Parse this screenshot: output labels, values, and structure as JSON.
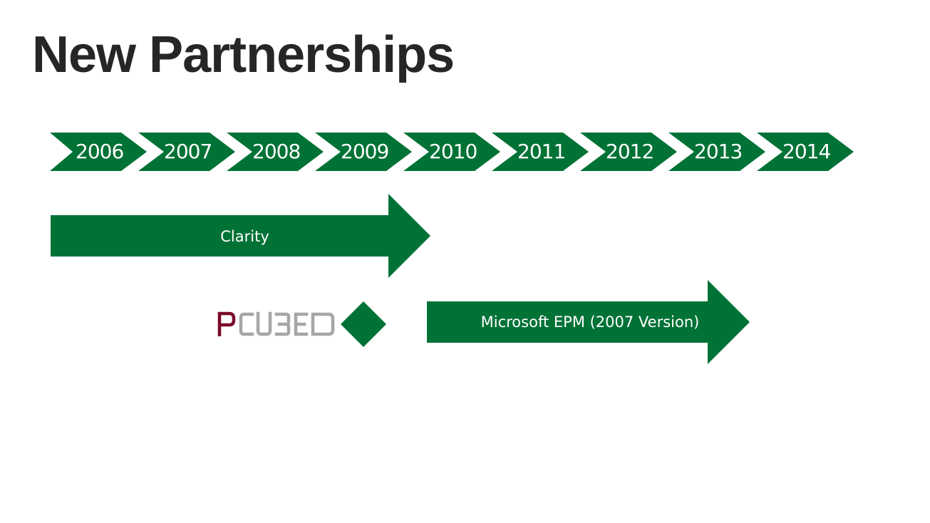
{
  "slide": {
    "title": "New Partnerships"
  },
  "timeline": {
    "years": [
      "2006",
      "2007",
      "2008",
      "2009",
      "2010",
      "2011",
      "2012",
      "2013",
      "2014"
    ]
  },
  "partnerships": [
    {
      "label": "Clarity"
    },
    {
      "label": "Microsoft EPM (2007 Version)"
    }
  ],
  "logo": {
    "text": "PCU3ED",
    "colors": {
      "p": "#7a0a2a",
      "rest": "#a6a6a6"
    }
  },
  "colors": {
    "accent": "#007236",
    "title": "#262626"
  }
}
